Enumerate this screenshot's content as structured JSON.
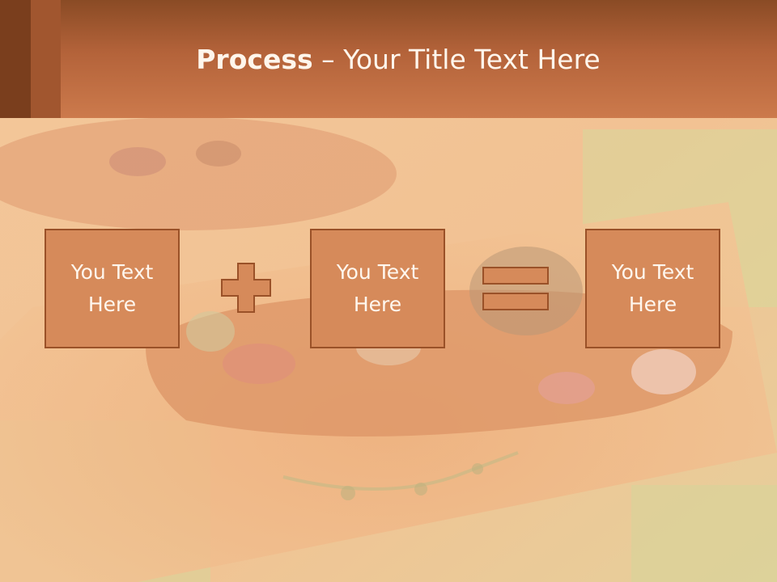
{
  "slide": {
    "title_bold": "Process",
    "title_separator": " – ",
    "title_rest": "Your Title Text Here"
  },
  "process": {
    "boxes": [
      {
        "label": "You Text\nHere"
      },
      {
        "label": "You Text\nHere"
      },
      {
        "label": "You Text\nHere"
      }
    ],
    "operators": [
      "plus-icon",
      "equals-icon"
    ]
  },
  "colors": {
    "header": "#b4633a",
    "box_fill": "#d68a5a",
    "box_border": "#9a5128",
    "operator_fill": "#d68a5a",
    "text_light": "#fff6ec"
  }
}
